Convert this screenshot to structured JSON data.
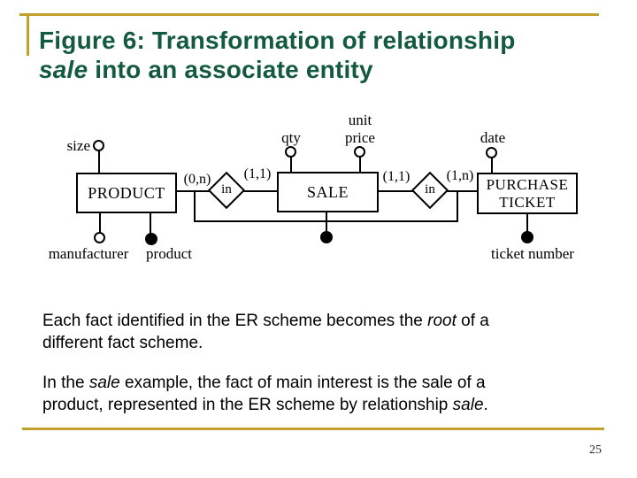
{
  "slide": {
    "title": {
      "line1": "Figure 6: Transformation of relationship",
      "line2_italic": "sale",
      "line2_rest": " into an associate entity"
    },
    "page_number": "25",
    "colors": {
      "title_green": "#145A41",
      "accent_gold": "#C3A02C",
      "ink": "#000000"
    }
  },
  "diagram": {
    "entities": {
      "product": "PRODUCT",
      "sale": "SALE",
      "purchase_ticket": "PURCHASE\nTICKET"
    },
    "relationships": {
      "r1": "in",
      "r2": "in"
    },
    "cardinalities": {
      "c1": "(0,n)",
      "c2": "(1,1)",
      "c3": "(1,1)",
      "c4": "(1,n)"
    },
    "attributes": {
      "size": "size",
      "manufacturer": "manufacturer",
      "product": "product",
      "qty": "qty",
      "unit_price": "unit\nprice",
      "date": "date",
      "ticket_number": "ticket number"
    }
  },
  "body": {
    "paragraphs": [
      {
        "lines": [
          {
            "parts": [
              {
                "t": "Each fact identified in the ER scheme becomes the "
              },
              {
                "t": "root",
                "i": true
              },
              {
                "t": " of a"
              }
            ]
          },
          {
            "parts": [
              {
                "t": "different fact scheme."
              }
            ]
          }
        ]
      },
      {
        "lines": [
          {
            "parts": [
              {
                "t": "In the "
              },
              {
                "t": "sale",
                "i": true
              },
              {
                "t": " example, the fact of main interest is the sale of a"
              }
            ]
          },
          {
            "parts": [
              {
                "t": "product, represented in the ER scheme by relationship "
              },
              {
                "t": "sale",
                "i": true
              },
              {
                "t": "."
              }
            ]
          }
        ]
      }
    ]
  }
}
